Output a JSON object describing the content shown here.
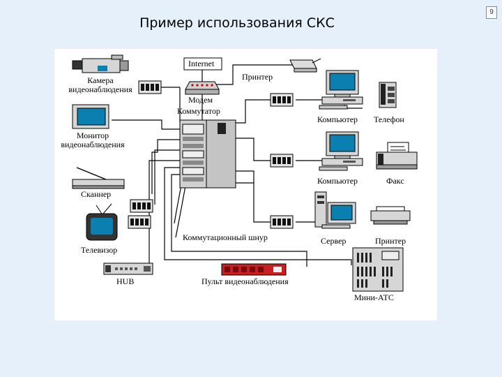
{
  "title": "Пример использования СКС",
  "page_number": "9",
  "labels": {
    "internet": "Internet",
    "printer_top": "Принтер",
    "camera": "Камера видеонаблюдения",
    "modem": "Модем",
    "switch": "Коммутатор",
    "computer1": "Компьютер",
    "telephone": "Телефон",
    "monitor": "Монитор видеонаблюдения",
    "computer2": "Компьютер",
    "fax": "Факс",
    "scanner": "Сканнер",
    "server": "Сервер",
    "printer_bottom": "Принтер",
    "patch_cord": "Коммутационный шнур",
    "tv": "Телевизор",
    "hub": "HUB",
    "surveillance_console": "Пульт видеонаблюдения",
    "mini_pbx": "Мини-АТС"
  },
  "colors": {
    "background": "#e6f0fa",
    "screen": "#0a7fb0",
    "device": "#cfcfcf",
    "console": "#c82020"
  }
}
